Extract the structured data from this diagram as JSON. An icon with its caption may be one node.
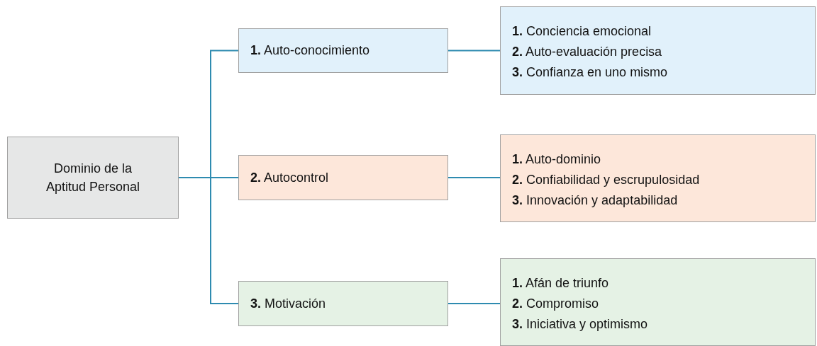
{
  "diagram": {
    "nodes": [
      {
        "text": [
          "Dominio de la Aptitud Personal"
        ]
      },
      {
        "text": [
          "**1.** Auto-conocimiento"
        ]
      },
      {
        "text": [
          "**1.** Conciencia emocional",
          "**2.** Auto-evaluación precisa",
          "**3.** Confianza en uno mismo"
        ]
      },
      {
        "text": [
          "**2.** Autocontrol"
        ]
      },
      {
        "text": [
          "**1.** Auto-dominio",
          "**2.** Confiabilidad y escrupulosidad",
          "**3.** Innovación y adaptabilidad"
        ]
      },
      {
        "text": [
          "**3.** Motivación"
        ]
      },
      {
        "text": [
          "**1.** Afán de triunfo",
          "**2.** Compromiso",
          "**3.** Iniciativa y optimismo"
        ]
      }
    ],
    "edges": [
      {
        "from": 0,
        "to": 1,
        "arrow": "none"
      },
      {
        "from": 0,
        "to": 3,
        "arrow": "none"
      },
      {
        "from": 0,
        "to": 5,
        "arrow": "none"
      },
      {
        "from": 1,
        "to": 2,
        "arrow": "none"
      },
      {
        "from": 3,
        "to": 4,
        "arrow": "none"
      },
      {
        "from": 5,
        "to": 6,
        "arrow": "none"
      }
    ]
  }
}
